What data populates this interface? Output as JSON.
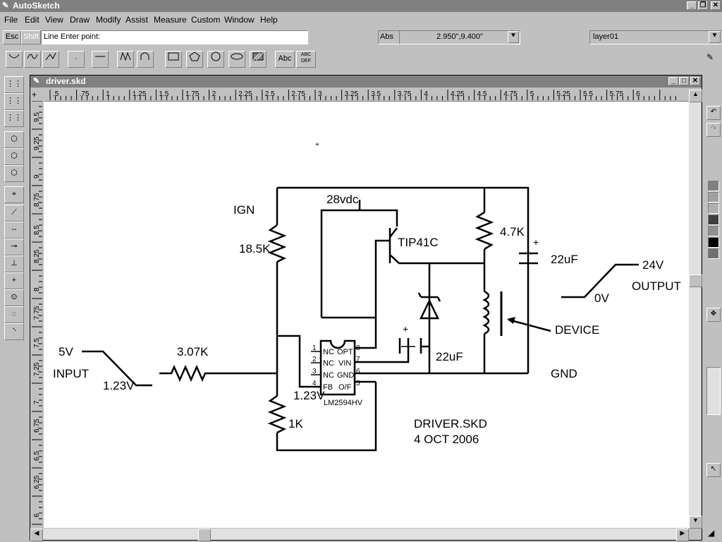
{
  "app": {
    "title": "AutoSketch"
  },
  "menu": [
    "File",
    "Edit",
    "View",
    "Draw",
    "Modify",
    "Assist",
    "Measure",
    "Custom",
    "Window",
    "Help"
  ],
  "command": {
    "esc": "Esc",
    "shift": "Shift",
    "prompt": "Line  Enter point:",
    "abs": "Abs",
    "coords": "2.950\",9.400\"",
    "layer": "layer01"
  },
  "toolbar": {
    "text_tool": "Abc",
    "attr_tool": "ABC DEF"
  },
  "document": {
    "title": "driver.skd",
    "ruler_labels": [
      ".5",
      ".75",
      "1",
      "1.25",
      "1.5",
      "1.75",
      "2",
      "2.25",
      "2.5",
      "2.75",
      "3",
      "3.25",
      "3.5",
      "3.75",
      "4",
      "4.25",
      "4.5",
      "4.75",
      "5",
      "5.25",
      "5.5",
      "5.75",
      "6"
    ],
    "vruler_labels": [
      "9.5",
      "9.25",
      "9",
      "8.75",
      "8.5",
      "8.25",
      "8",
      "7.75",
      "7.5",
      "7.25",
      "7",
      "6.75",
      "6.5",
      "6.25",
      "6"
    ]
  },
  "schematic": {
    "ign": "IGN",
    "r_ign": "18.5K",
    "v28": "28vdc",
    "transistor": "TIP41C",
    "r_47k": "4.7K",
    "c_out": "22uF",
    "out_24v": "24V",
    "output": "OUTPUT",
    "out_0v": "0V",
    "device": "DEVICE",
    "gnd": "GND",
    "in_5v": "5V",
    "input": "INPUT",
    "in_123": "1.23V",
    "r_307": "3.07K",
    "fb_123": "1.23V",
    "r_1k": "1K",
    "c_in": "22uF",
    "ic_name": "LM2594HV",
    "ic_pins_left": [
      "NC",
      "NC",
      "NC",
      "FB"
    ],
    "ic_pins_right": [
      "OPT",
      "VIN",
      "GND",
      "O/F"
    ],
    "ic_nums_left": [
      "1",
      "2",
      "3",
      "4"
    ],
    "ic_nums_right": [
      "8",
      "7",
      "6",
      "5"
    ],
    "plus": "+",
    "file_label": "DRIVER.SKD",
    "date_label": "4 OCT 2006"
  },
  "colors": {
    "swatches": [
      "#808080",
      "#a0a0a0",
      "#b0b0b0",
      "#404040",
      "#909090",
      "#000000",
      "#707070"
    ]
  }
}
